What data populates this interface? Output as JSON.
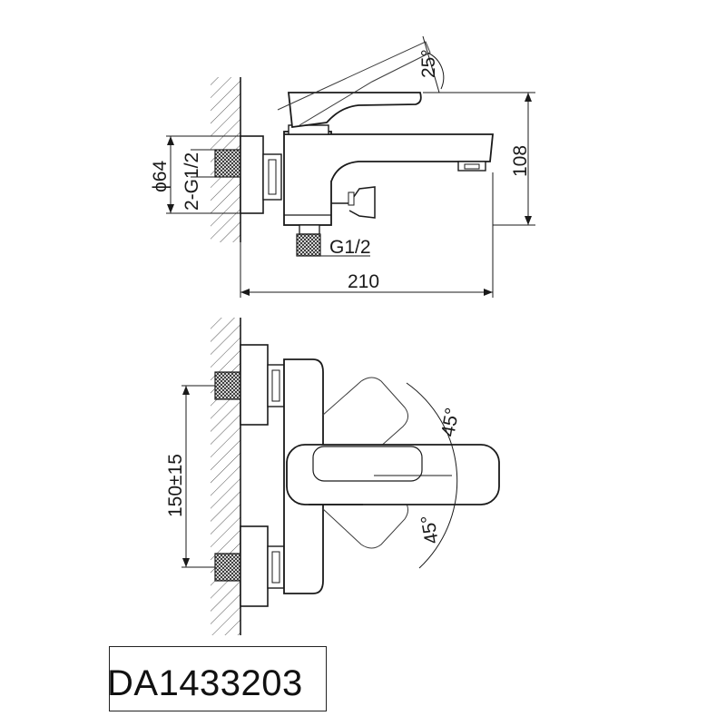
{
  "side_view": {
    "dims": {
      "angle_top": "25°",
      "height": "108",
      "diameter": "ϕ64",
      "inlet": "2-G1/2",
      "outlet": "G1/2",
      "width": "210"
    }
  },
  "top_view": {
    "dims": {
      "spacing": "150±15",
      "angle_upper": "45°",
      "angle_lower": "45°"
    }
  },
  "model": {
    "code": "DA1433203"
  },
  "colors": {
    "line": "#1a1a1a",
    "ghost": "#3a3a3a",
    "background": "#ffffff"
  }
}
